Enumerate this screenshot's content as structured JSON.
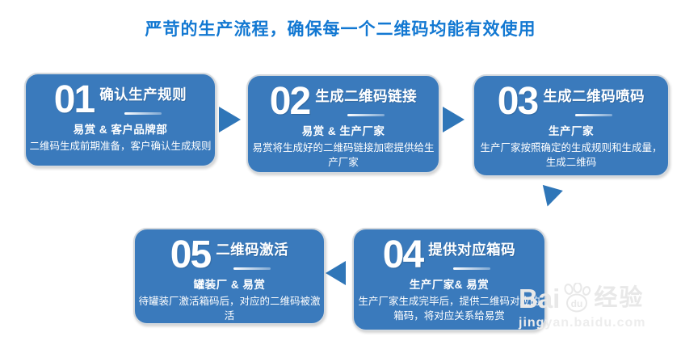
{
  "title": "严苛的生产流程，确保每一个二维码均能有效使用",
  "colors": {
    "box_blue": "#3a7abc",
    "arrow_blue": "#2f76b8",
    "title_blue": "#1278d2",
    "border_gray": "#d3d8dd",
    "watermark_gray": "#e8e8e8",
    "watermark_url_gray": "#ededed"
  },
  "steps": [
    {
      "number": "01",
      "title": "确认生产规则",
      "subtitle": "易赏 & 客户品牌部",
      "description": "二维码生成前期准备，客户确认生成规则"
    },
    {
      "number": "02",
      "title": "生成二维码链接",
      "subtitle": "易赏 & 生产厂家",
      "description": "易赏将生成好的二维码链接加密提供给生产厂家"
    },
    {
      "number": "03",
      "title": "生成二维码喷码",
      "subtitle": "生产厂家",
      "description": "生产厂家按照确定的生成规则和生成量，生成二维码"
    },
    {
      "number": "04",
      "title": "提供对应箱码",
      "subtitle": "生产厂家& 易赏",
      "description": "生产厂家生成完毕后，提供二维码对应的箱码，将对应关系给易赏"
    },
    {
      "number": "05",
      "title": "二维码激活",
      "subtitle": "罐装厂 & 易赏",
      "description": "待罐装厂激活箱码后，对应的二维码被激活"
    }
  ],
  "flow": {
    "arrow_icons": [
      "arrow-right",
      "arrow-right",
      "arrow-down",
      "arrow-left"
    ]
  },
  "watermark": {
    "brand_prefix": "Bai",
    "paw_label": "du",
    "brand_suffix": "经验",
    "url": "jingyan.baidu.com"
  }
}
